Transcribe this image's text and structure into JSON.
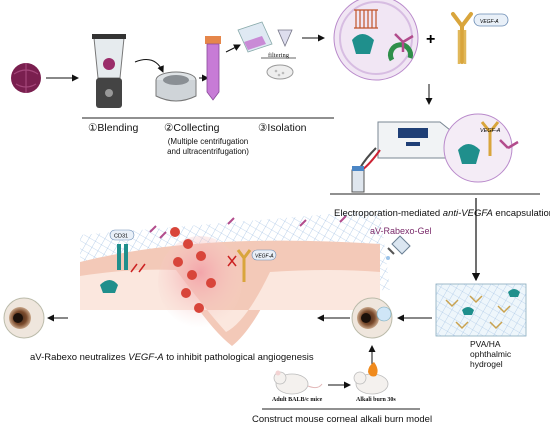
{
  "steps": {
    "blending": "①Blending",
    "collecting": "②Collecting",
    "collecting_note_line1": "(Multiple centrifugation",
    "collecting_note_line2": "and ultracentrifugation)",
    "isolation": "③Isolation"
  },
  "labels": {
    "filtering": "filtering",
    "vegf_top": "VEGF-A",
    "vegf_device": "VEGF-A",
    "vegf_skin": "VEGF-A",
    "cd31": "CD31",
    "plus": "+"
  },
  "captions": {
    "electroporation_prefix": "Electroporation-mediated ",
    "electroporation_italic": "anti-VEGFA",
    "electroporation_suffix": " encapsulation",
    "gel_name": "aV-Rabexo-Gel",
    "hydrogel_line1": "PVA/HA",
    "hydrogel_line2": "ophthalmic",
    "hydrogel_line3": "hydrogel",
    "neutralize_prefix": "aV-Rabexo neutralizes ",
    "neutralize_italic": "VEGF-A",
    "neutralize_suffix": " to inhibit pathological angiogenesis",
    "model": "Construct mouse corneal alkali burn model",
    "mouse_1": "Adult BALB/c mice",
    "mouse_2": "Alkali burn 30s"
  },
  "colors": {
    "cabbage": "#7a1f4f",
    "tube_liquid": "#c77bd6",
    "vesicle_fill": "#e9d9ee",
    "antibody": "#d9a53c",
    "mesh": "#9cc0e6",
    "skin": "#f3c9b8",
    "blood": "#d8453a",
    "teal_protein": "#1f8f8c",
    "green_protein": "#2f8f4a",
    "gel_text": "#7a2a6a"
  },
  "icons": [
    "cabbage-icon",
    "blender-icon",
    "centrifuge-icon",
    "test-tube-icon",
    "beaker-icon",
    "filter-icon",
    "vesicle-icon",
    "antibody-icon",
    "electroporator-icon",
    "cuvette-icon",
    "eye-icon",
    "dropper-icon",
    "hydrogel-icon",
    "mouse-icon",
    "flame-icon"
  ]
}
